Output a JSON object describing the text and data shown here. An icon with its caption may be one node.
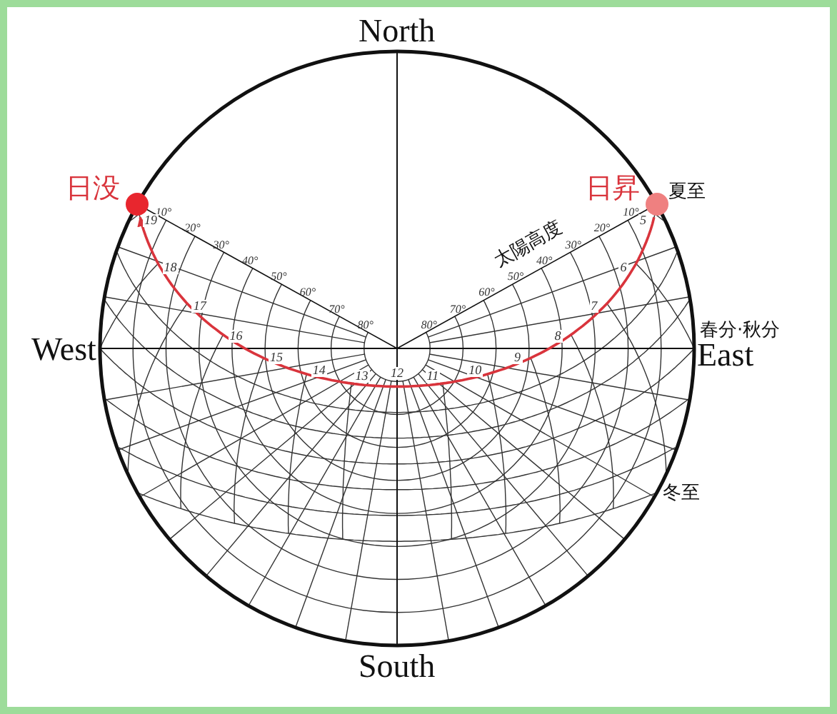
{
  "diagram": {
    "nodes": [
      {
        "text": [],
        "shape": "circle",
        "beside": [
          "日没"
        ]
      },
      {
        "text": [],
        "shape": "circle",
        "beside": [
          "日昇"
        ]
      }
    ],
    "edges": [
      {
        "from": 1,
        "to": 0,
        "arrow": "to",
        "color": "#d9343c"
      }
    ],
    "labels": [
      "North",
      "夏至",
      "10°",
      "20°",
      "30°",
      "40°",
      "50°",
      "60°",
      "70°",
      "80°",
      "10°",
      "20°",
      "30°",
      "40°",
      "50°",
      "60°",
      "70°",
      "80°",
      "太陽高度",
      "19",
      "18",
      "17",
      "16",
      "15",
      "14",
      "13",
      "12",
      "11",
      "10",
      "9",
      "8",
      "7",
      "6",
      "5",
      "春分·秋分",
      "West",
      "East",
      "冬至",
      "South"
    ]
  }
}
